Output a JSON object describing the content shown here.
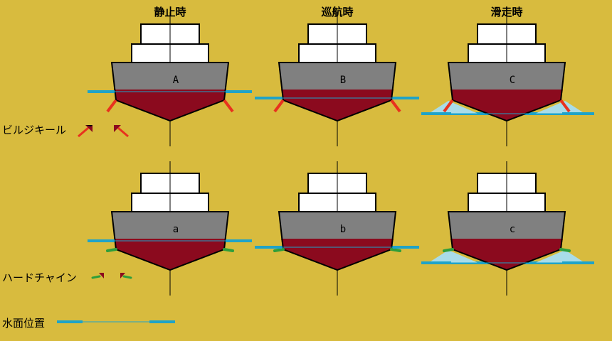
{
  "columns": [
    "静止時",
    "巡航時",
    "滑走時"
  ],
  "rows": [
    {
      "fitting": "bilge-keel",
      "boats": [
        {
          "label": "A",
          "state": "at-rest"
        },
        {
          "label": "B",
          "state": "cruising"
        },
        {
          "label": "C",
          "state": "planing"
        }
      ]
    },
    {
      "fitting": "hard-chine",
      "boats": [
        {
          "label": "a",
          "state": "at-rest"
        },
        {
          "label": "b",
          "state": "cruising"
        },
        {
          "label": "c",
          "state": "planing"
        }
      ]
    }
  ],
  "legend": {
    "bilge_keel": "ビルジキール",
    "hard_chine": "ハードチャイン",
    "waterline": "水面位置"
  },
  "colors": {
    "background": "#D8BB3E",
    "superstructure": "#FFFFFF",
    "topside": "#808080",
    "bottom": "#8B0A1E",
    "outline": "#000000",
    "bilge_keel": "#E8321E",
    "hard_chine": "#2E9E3A",
    "waterline": "#1FA3C8",
    "spray": "#A9DCE8"
  }
}
